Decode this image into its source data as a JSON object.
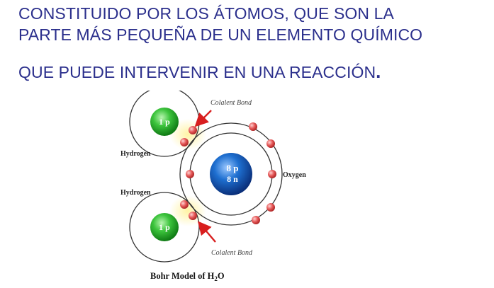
{
  "slide": {
    "line1": "CONSTITUIDO POR LOS ÁTOMOS, QUE SON LA",
    "line2": "PARTE MÁS PEQUEÑA DE UN ELEMENTO QUÍMICO",
    "line3": "QUE PUEDE INTERVENIR EN UNA REACCIÓN",
    "line3_end": "."
  },
  "diagram": {
    "hydrogen_top_nucleus": "1 p",
    "hydrogen_bottom_nucleus": "1 p",
    "oxygen_nucleus_protons": "8 p",
    "oxygen_nucleus_neutrons": "8 n",
    "label_hydrogen_top": "Hydrogen",
    "label_hydrogen_bottom": "Hydrogen",
    "label_oxygen": "Oxygen",
    "bond_label_top": "Colalent Bond",
    "bond_label_bottom": "Colalent Bond",
    "caption_main": "Bohr Model of H",
    "caption_sub": "2",
    "caption_end": "O",
    "colors": {
      "title_text": "#2b2f8c",
      "hydrogen_nucleus": "#3cc43c",
      "oxygen_nucleus": "#1e6fd0",
      "electron": "#e65a5a",
      "bond_arrow": "#d81e1e",
      "bond_glow": "#fff3a0"
    }
  }
}
